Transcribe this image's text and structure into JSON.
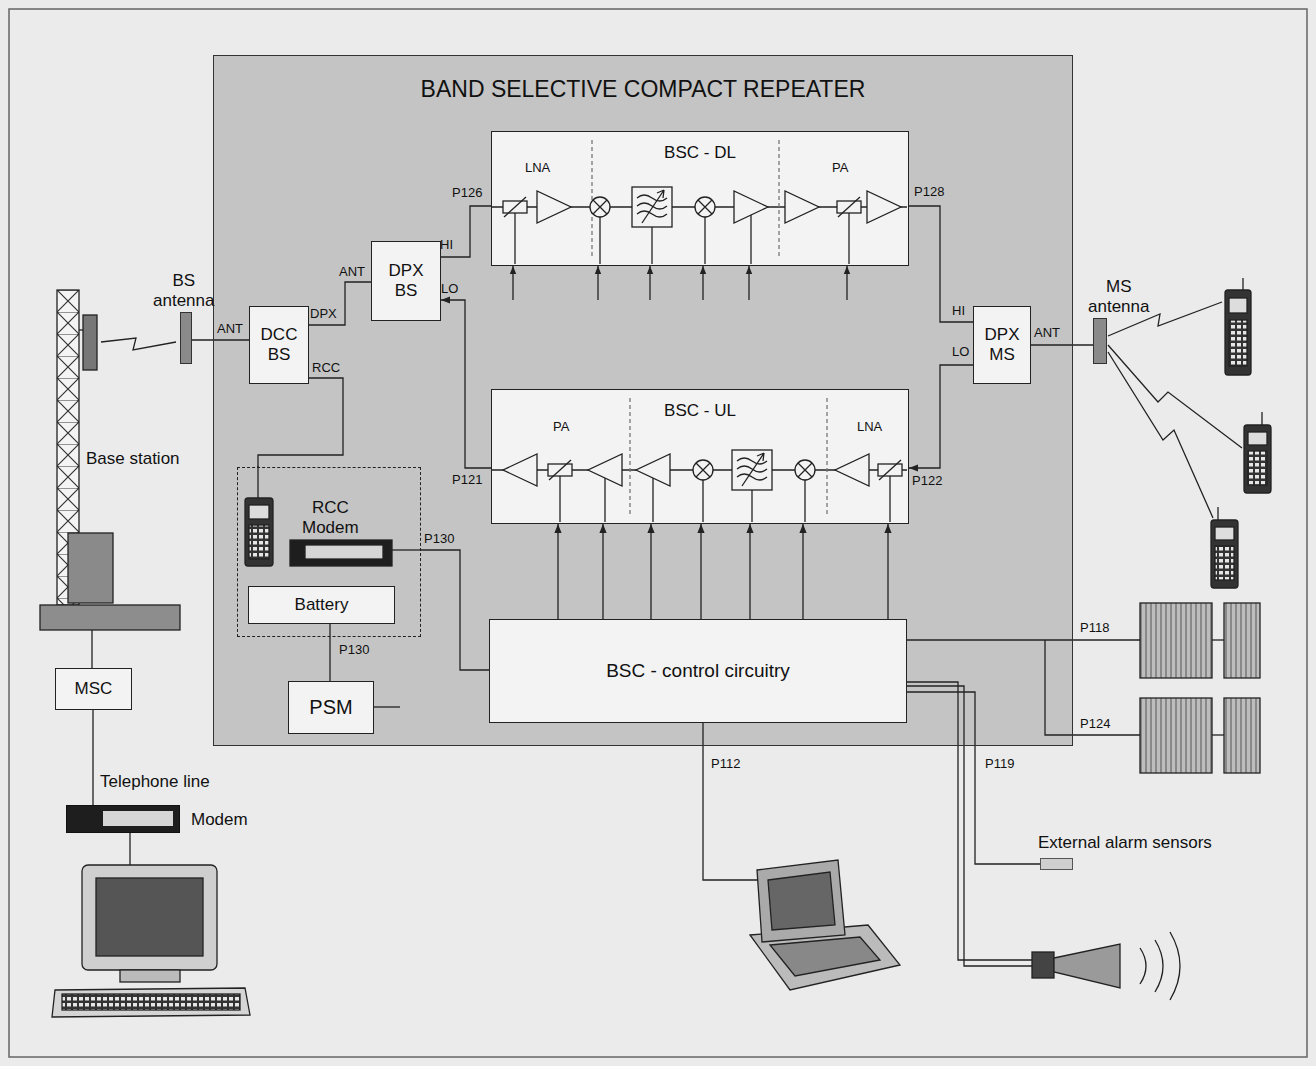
{
  "diagram": {
    "nodes": [
      {
        "text": [
          "BAND SELECTIVE COMPACT REPEATER"
        ]
      },
      {
        "text": [
          "BSC - DL"
        ],
        "in": 0
      },
      {
        "text": [
          "DPX BS"
        ],
        "in": 0
      },
      {
        "text": [
          "DCC BS"
        ],
        "in": 0
      },
      {
        "text": [
          "BSC - UL"
        ],
        "in": 0
      },
      {
        "text": [
          "DPX MS"
        ],
        "in": 0
      },
      {
        "text": [
          "RCC Modem"
        ],
        "in": 0
      },
      {
        "text": [
          "Battery"
        ],
        "in": 6
      },
      {
        "text": [
          "BSC - control circuitry"
        ],
        "in": 0
      },
      {
        "text": [
          "PSM"
        ],
        "in": 0
      },
      {
        "text": [
          "BS antenna"
        ]
      },
      {
        "text": [
          "MS antenna"
        ]
      },
      {
        "text": [
          "MSC"
        ]
      },
      {
        "text": [
          "Modem"
        ]
      },
      {
        "text": [
          "External alarm sensors"
        ]
      }
    ],
    "edges": [
      {
        "from": 10,
        "to": 3,
        "arrow": "none"
      },
      {
        "from": 3,
        "to": 2,
        "arrow": "none"
      },
      {
        "from": 2,
        "to": 1,
        "arrow": "none"
      },
      {
        "from": 4,
        "to": 2,
        "arrow": "to"
      },
      {
        "from": 1,
        "to": 5,
        "arrow": "none"
      },
      {
        "from": 5,
        "to": 4,
        "arrow": "to"
      },
      {
        "from": 5,
        "to": 11,
        "arrow": "none"
      },
      {
        "from": 3,
        "to": 6,
        "arrow": "none"
      },
      {
        "from": 6,
        "to": 8,
        "arrow": "none"
      },
      {
        "from": 7,
        "to": 9,
        "arrow": "none"
      },
      {
        "from": 8,
        "to": 4,
        "arrow": "to"
      },
      {
        "from": 8,
        "to": 4,
        "arrow": "to"
      },
      {
        "from": 8,
        "to": 4,
        "arrow": "to"
      },
      {
        "from": 8,
        "to": 4,
        "arrow": "to"
      },
      {
        "from": 8,
        "to": 4,
        "arrow": "to"
      },
      {
        "from": 8,
        "to": 4,
        "arrow": "to"
      },
      {
        "from": 8,
        "to": 4,
        "arrow": "to"
      },
      {
        "from": 12,
        "to": 13,
        "arrow": "none"
      },
      {
        "from": 8,
        "to": 14,
        "arrow": "none"
      }
    ],
    "labels": [
      "LNA",
      "PA",
      "PA",
      "LNA",
      "P126",
      "P128",
      "HI",
      "LO",
      "ANT",
      "DPX",
      "ANT",
      "RCC",
      "HI",
      "LO",
      "ANT",
      "P121",
      "P122",
      "P130",
      "P130",
      "P118",
      "P124",
      "P112",
      "P119",
      "Base station",
      "Telephone line"
    ]
  }
}
